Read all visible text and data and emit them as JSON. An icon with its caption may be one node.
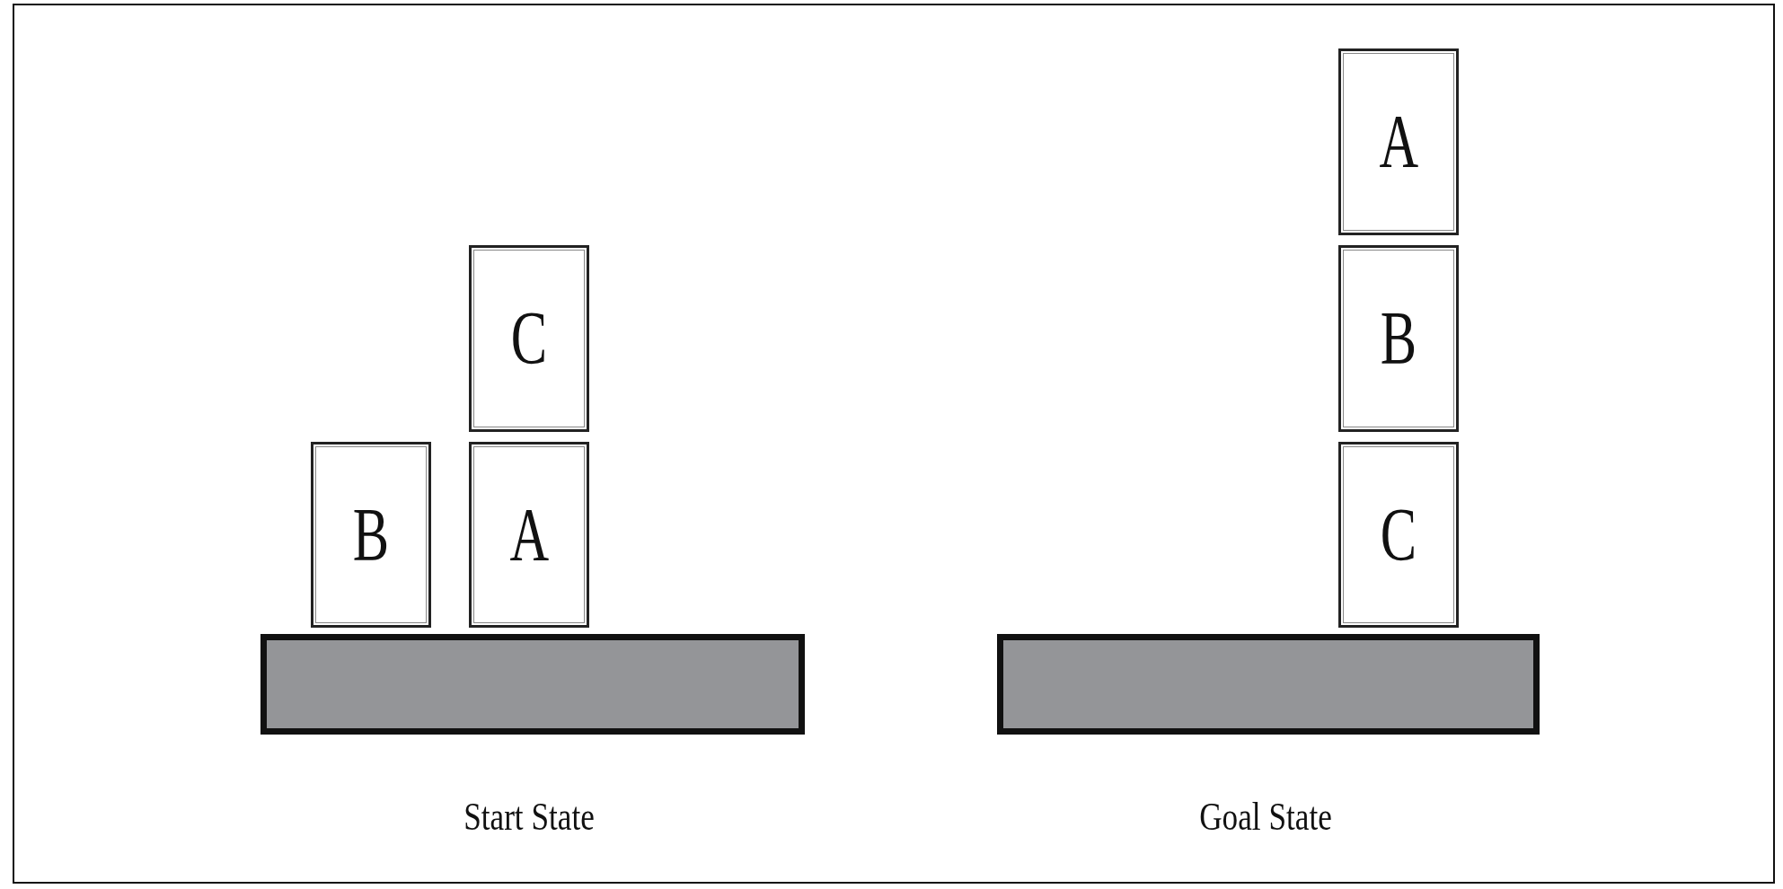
{
  "diagram": {
    "nodes": [
      {
        "text": [
          "B"
        ]
      },
      {
        "text": [
          "C"
        ]
      },
      {
        "text": [
          "A"
        ]
      },
      {
        "text": [],
        "shape": "bar"
      },
      {
        "text": [
          "A"
        ]
      },
      {
        "text": [
          "B"
        ]
      },
      {
        "text": [
          "C"
        ]
      },
      {
        "text": [],
        "shape": "bar"
      }
    ],
    "edges": [],
    "labels": [
      "Start State",
      "Goal State"
    ]
  }
}
